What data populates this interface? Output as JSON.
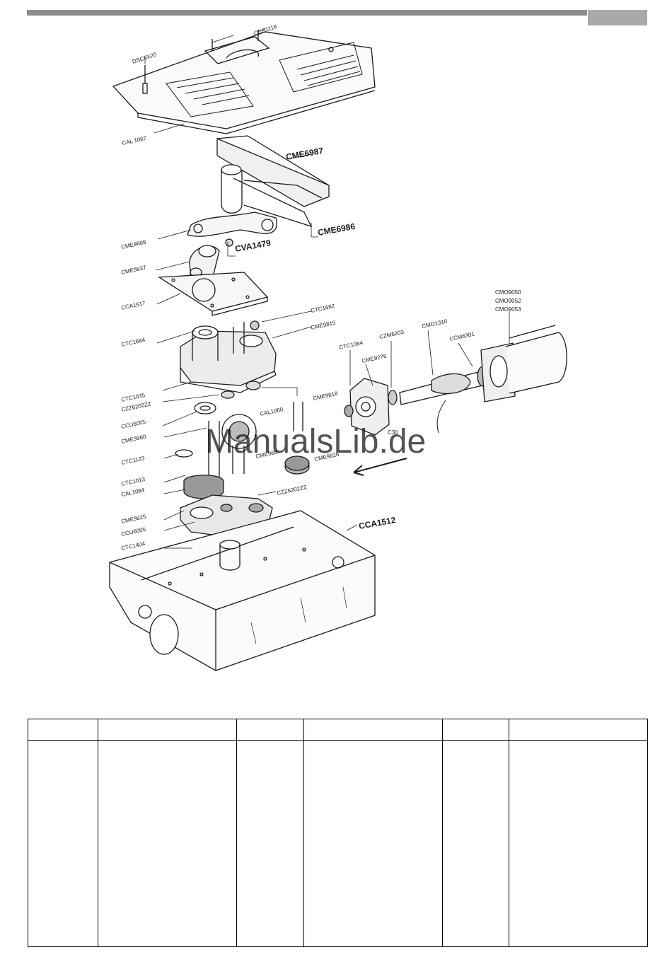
{
  "labels": {
    "dsc": "DSC6X20",
    "cca1116": "CCA1116",
    "cal1067": "CAL 1067",
    "cme6987": "CME6987",
    "cme6986": "CME6986",
    "cme9809": "CME9809",
    "cva1479": "CVA1479",
    "cme9837": "CME9837",
    "cca1517": "CCA1517",
    "ctc1682": "CTC1682",
    "ctc1684a": "CTC1684",
    "cme9815": "CME9815",
    "ctc1035": "CTC1035",
    "czz6202a": "CZZ6202ZZ",
    "cal1060": "CAL1060",
    "cme9818": "CME9818",
    "ccu6005a": "CCU6005",
    "cme9960": "CME9960",
    "ctc1123": "CTC1123",
    "cme_mid": "CME960",
    "ctc1013": "CTC1013",
    "cme9826": "CME9826",
    "cal1084": "CAL1084",
    "czz6202b": "CZZ6202ZZ",
    "cme9825": "CME9825",
    "ccu6005b": "CCU6005",
    "ctc1404": "CTC1404",
    "cca1512": "CCA1512",
    "ctc1084": "CTC1084",
    "cme9276": "CME9276",
    "czm6203": "CZM6203",
    "cmo1310": "CMO1310",
    "ccm6301": "CCM6301",
    "cmo9050": "CMO9050",
    "cmo9052": "CMO9052",
    "cmo9053": "CMO9053",
    "c30": "C30"
  },
  "watermark": "ManualsLib.de",
  "table": {
    "headers": [
      "",
      "",
      "",
      "",
      "",
      ""
    ],
    "rows": [
      [
        "",
        "",
        "",
        "",
        "",
        ""
      ]
    ]
  }
}
